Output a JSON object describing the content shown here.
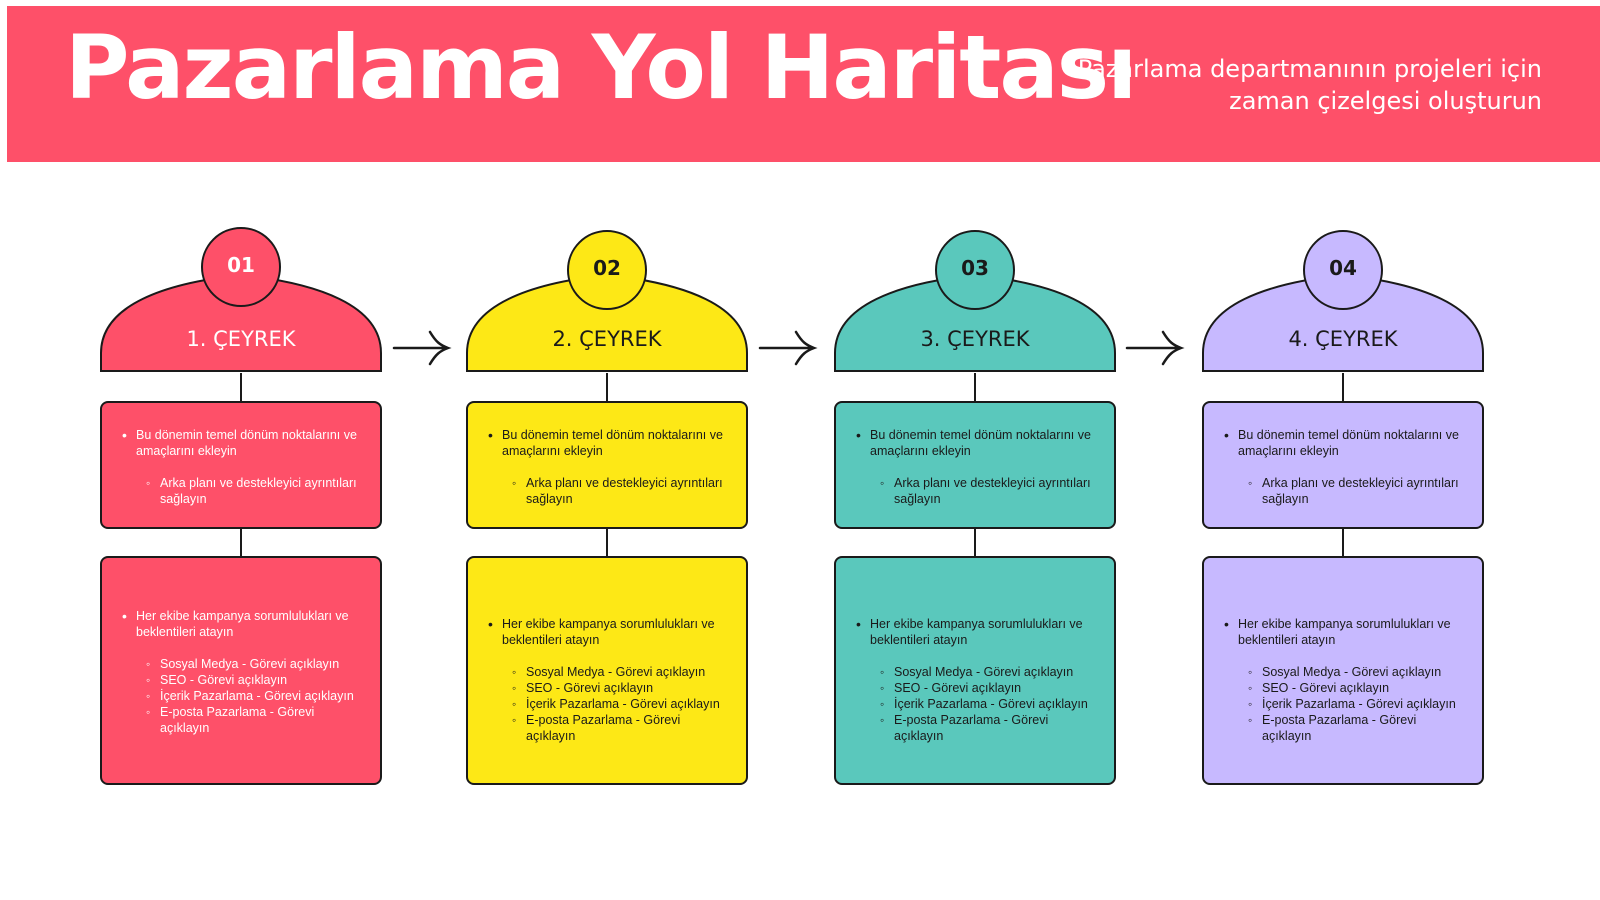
{
  "header": {
    "title": "Pazarlama Yol Haritası",
    "subtitle": "Pazarlama departmanının projeleri için zaman çizelgesi oluşturun"
  },
  "columns": [
    {
      "number": "01",
      "label": "1. ÇEYREK",
      "color": "#fe5069",
      "box1_main": "Bu dönemin temel dönüm noktalarını ve amaçlarını ekleyin",
      "box1_sub": "Arka planı ve destekleyici ayrıntıları sağlayın",
      "box2_main": "Her ekibe kampanya sorumlulukları ve beklentileri atayın",
      "tasks": [
        "Sosyal Medya - Görevi açıklayın",
        "SEO - Görevi açıklayın",
        "İçerik Pazarlama - Görevi açıklayın",
        "E-posta Pazarlama - Görevi açıklayın"
      ]
    },
    {
      "number": "02",
      "label": "2. ÇEYREK",
      "color": "#fde816",
      "box1_main": "Bu dönemin temel dönüm noktalarını ve amaçlarını ekleyin",
      "box1_sub": "Arka planı ve destekleyici ayrıntıları sağlayın",
      "box2_main": "Her ekibe kampanya sorumlulukları ve beklentileri atayın",
      "tasks": [
        "Sosyal Medya - Görevi açıklayın",
        "SEO - Görevi açıklayın",
        "İçerik Pazarlama - Görevi açıklayın",
        "E-posta Pazarlama - Görevi açıklayın"
      ]
    },
    {
      "number": "03",
      "label": "3. ÇEYREK",
      "color": "#5ac8bc",
      "box1_main": "Bu dönemin temel dönüm noktalarını ve amaçlarını ekleyin",
      "box1_sub": "Arka planı ve destekleyici ayrıntıları sağlayın",
      "box2_main": "Her ekibe kampanya sorumlulukları ve beklentileri atayın",
      "tasks": [
        "Sosyal Medya - Görevi açıklayın",
        "SEO - Görevi açıklayın",
        "İçerik Pazarlama - Görevi açıklayın",
        "E-posta Pazarlama - Görevi açıklayın"
      ]
    },
    {
      "number": "04",
      "label": "4. ÇEYREK",
      "color": "#c7b9ff",
      "box1_main": "Bu dönemin temel dönüm noktalarını ve amaçlarını ekleyin",
      "box1_sub": "Arka planı ve destekleyici ayrıntıları sağlayın",
      "box2_main": "Her ekibe kampanya sorumlulukları ve beklentileri atayın",
      "tasks": [
        "Sosyal Medya - Görevi açıklayın",
        "SEO - Görevi açıklayın",
        "İçerik Pazarlama - Görevi açıklayın",
        "E-posta Pazarlama - Görevi açıklayın"
      ]
    }
  ]
}
